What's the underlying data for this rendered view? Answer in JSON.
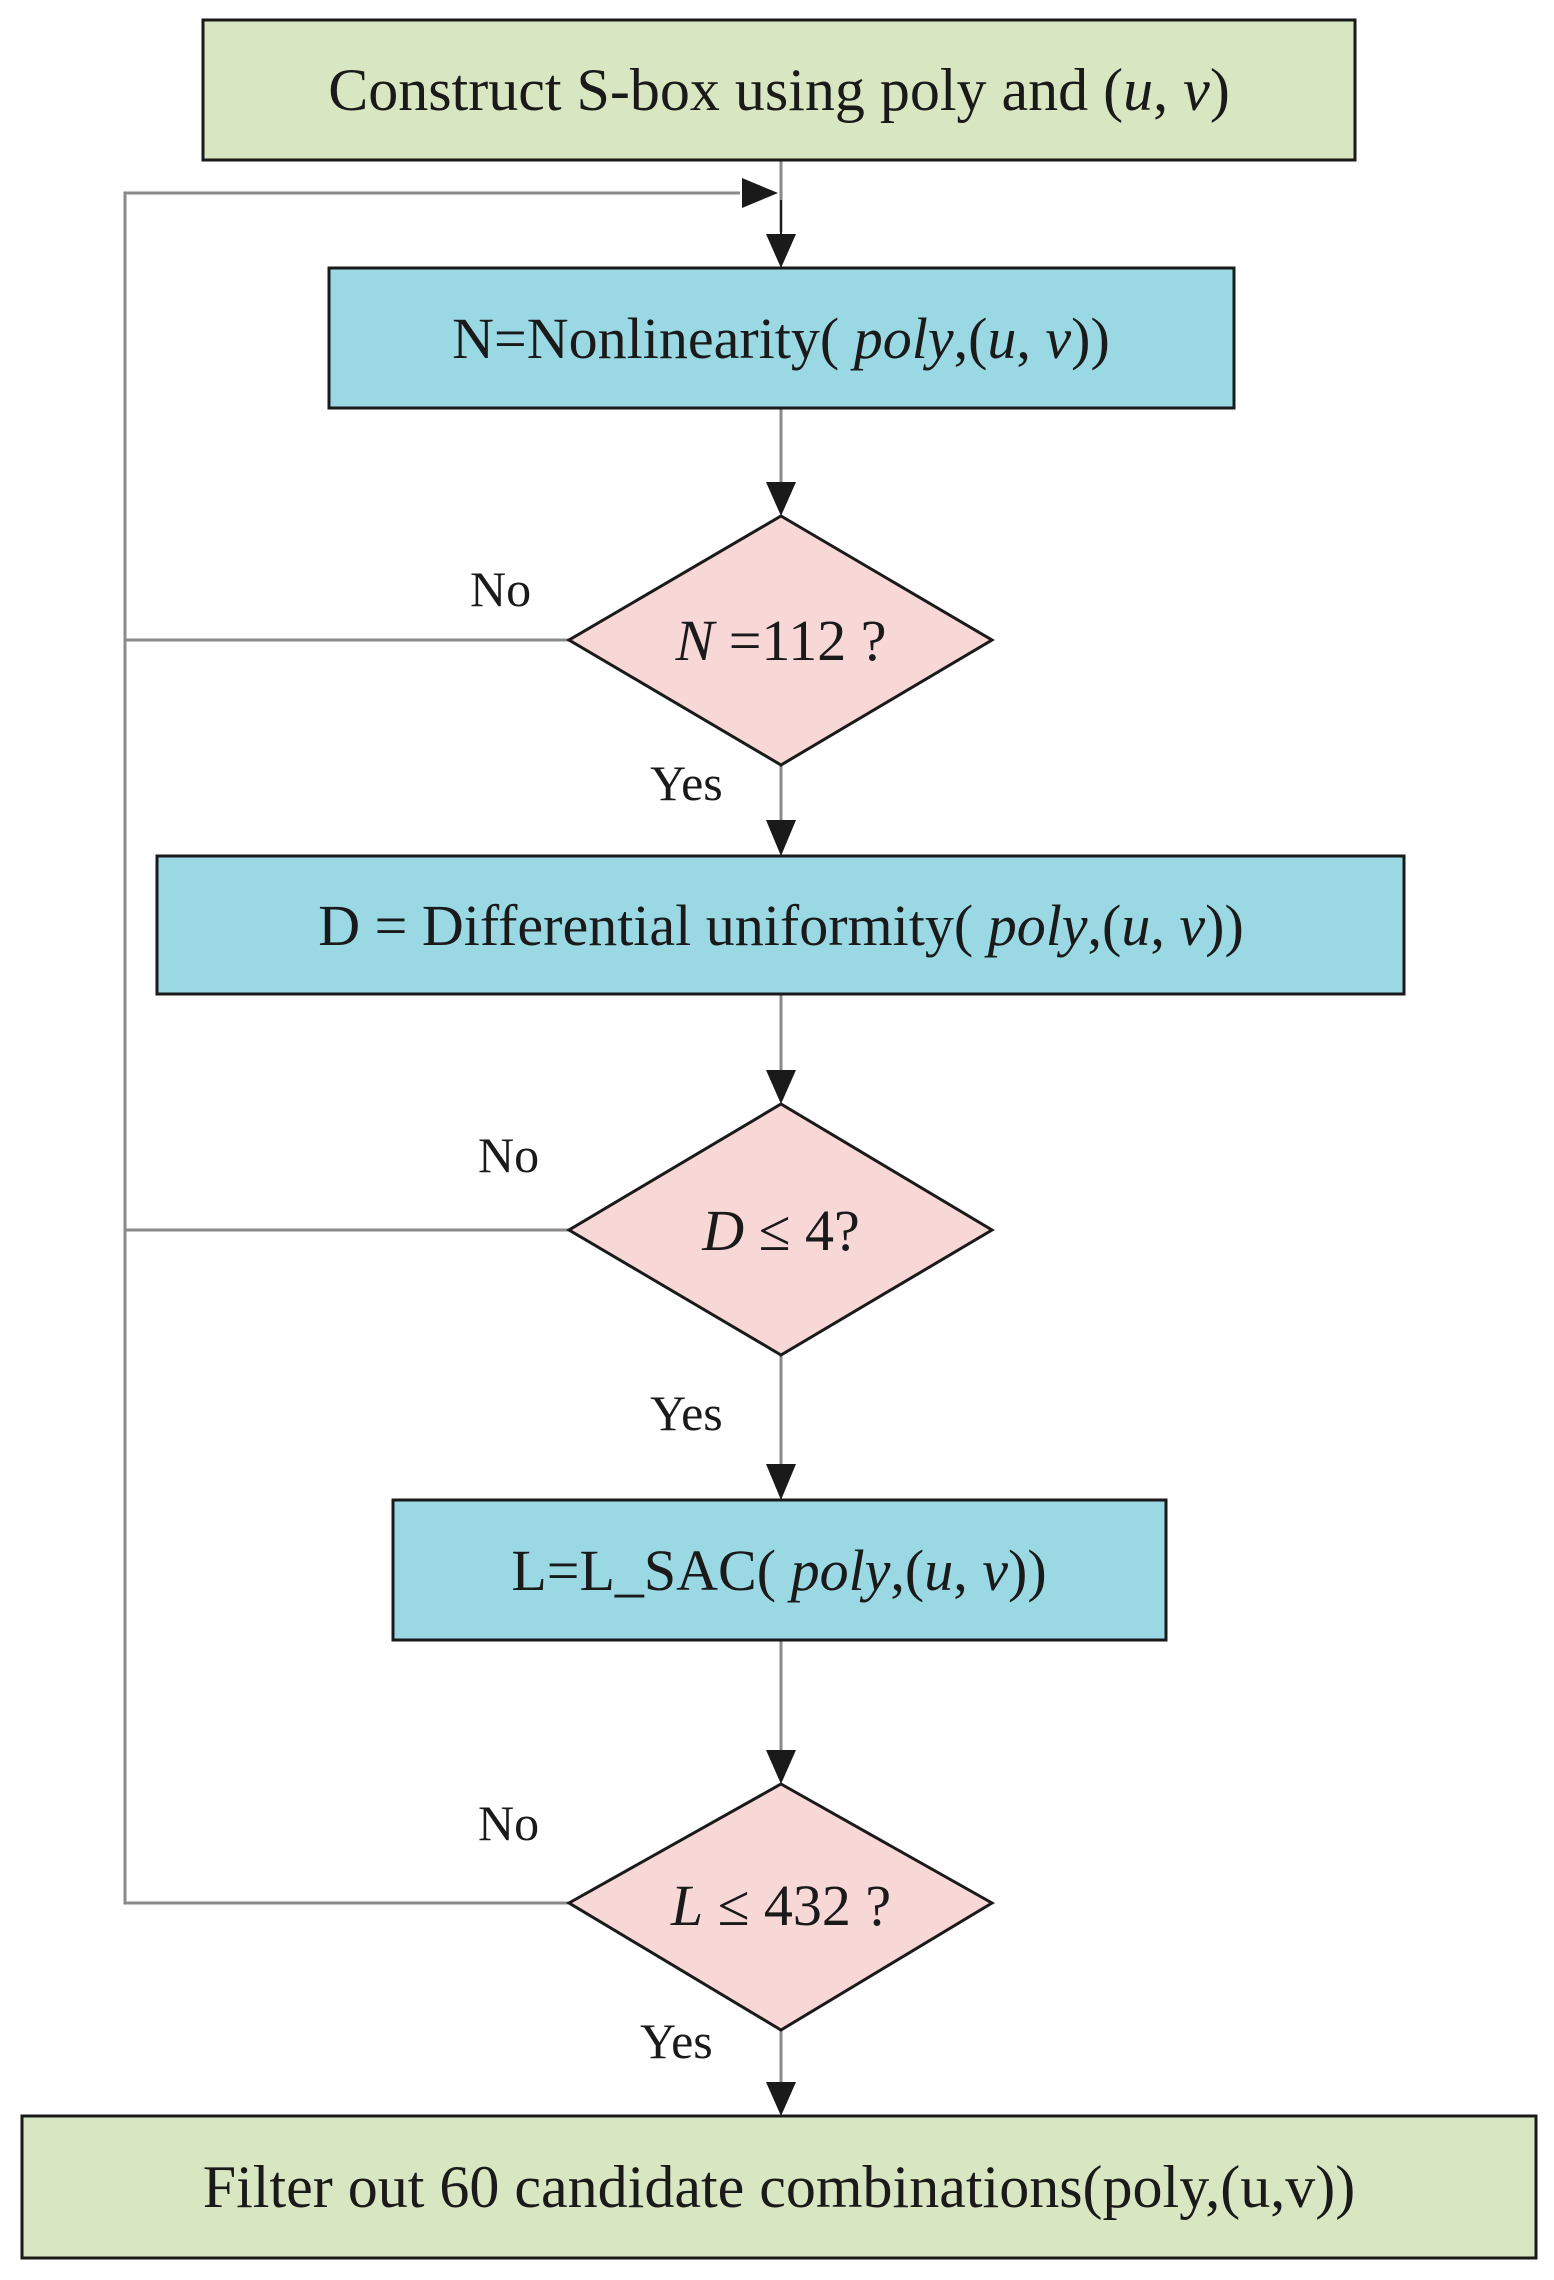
{
  "colors": {
    "terminal_fill": "#d8e7c1",
    "process_fill": "#9ad9e4",
    "decision_fill": "#f8d8d6",
    "stroke": "#1a1a1a",
    "connector": "#8a8a8a"
  },
  "nodes": {
    "start": {
      "shape": "terminal",
      "parts": [
        {
          "t": "Construct S-box using poly and ("
        },
        {
          "t": "u",
          "i": true
        },
        {
          "t": ", "
        },
        {
          "t": "v",
          "i": true
        },
        {
          "t": ")"
        }
      ]
    },
    "nonlinearity": {
      "shape": "process",
      "parts": [
        {
          "t": "N=Nonlinearity( "
        },
        {
          "t": "poly",
          "i": true
        },
        {
          "t": ",("
        },
        {
          "t": "u",
          "i": true
        },
        {
          "t": ", "
        },
        {
          "t": "v",
          "i": true
        },
        {
          "t": "))"
        }
      ]
    },
    "check_n": {
      "shape": "decision",
      "parts": [
        {
          "t": "N",
          "i": true
        },
        {
          "t": " =112 ?"
        }
      ]
    },
    "diff_uniformity": {
      "shape": "process",
      "parts": [
        {
          "t": "D = Differential uniformity( "
        },
        {
          "t": "poly",
          "i": true
        },
        {
          "t": ",("
        },
        {
          "t": "u",
          "i": true
        },
        {
          "t": ", "
        },
        {
          "t": "v",
          "i": true
        },
        {
          "t": "))"
        }
      ]
    },
    "check_d": {
      "shape": "decision",
      "parts": [
        {
          "t": "D",
          "i": true
        },
        {
          "t": " ≤ 4?"
        }
      ]
    },
    "lsac": {
      "shape": "process",
      "parts": [
        {
          "t": "L=L_SAC( "
        },
        {
          "t": "poly",
          "i": true
        },
        {
          "t": ",("
        },
        {
          "t": "u",
          "i": true
        },
        {
          "t": ", "
        },
        {
          "t": "v",
          "i": true
        },
        {
          "t": "))"
        }
      ]
    },
    "check_l": {
      "shape": "decision",
      "parts": [
        {
          "t": "L",
          "i": true
        },
        {
          "t": " ≤ 432 ?"
        }
      ]
    },
    "end": {
      "shape": "terminal",
      "parts": [
        {
          "t": "Filter out 60 candidate combinations(poly,(u,v))"
        }
      ]
    }
  },
  "labels": {
    "no_1": "No",
    "yes_1": "Yes",
    "no_2": "No",
    "yes_2": "Yes",
    "no_3": "No",
    "yes_3": "Yes"
  }
}
